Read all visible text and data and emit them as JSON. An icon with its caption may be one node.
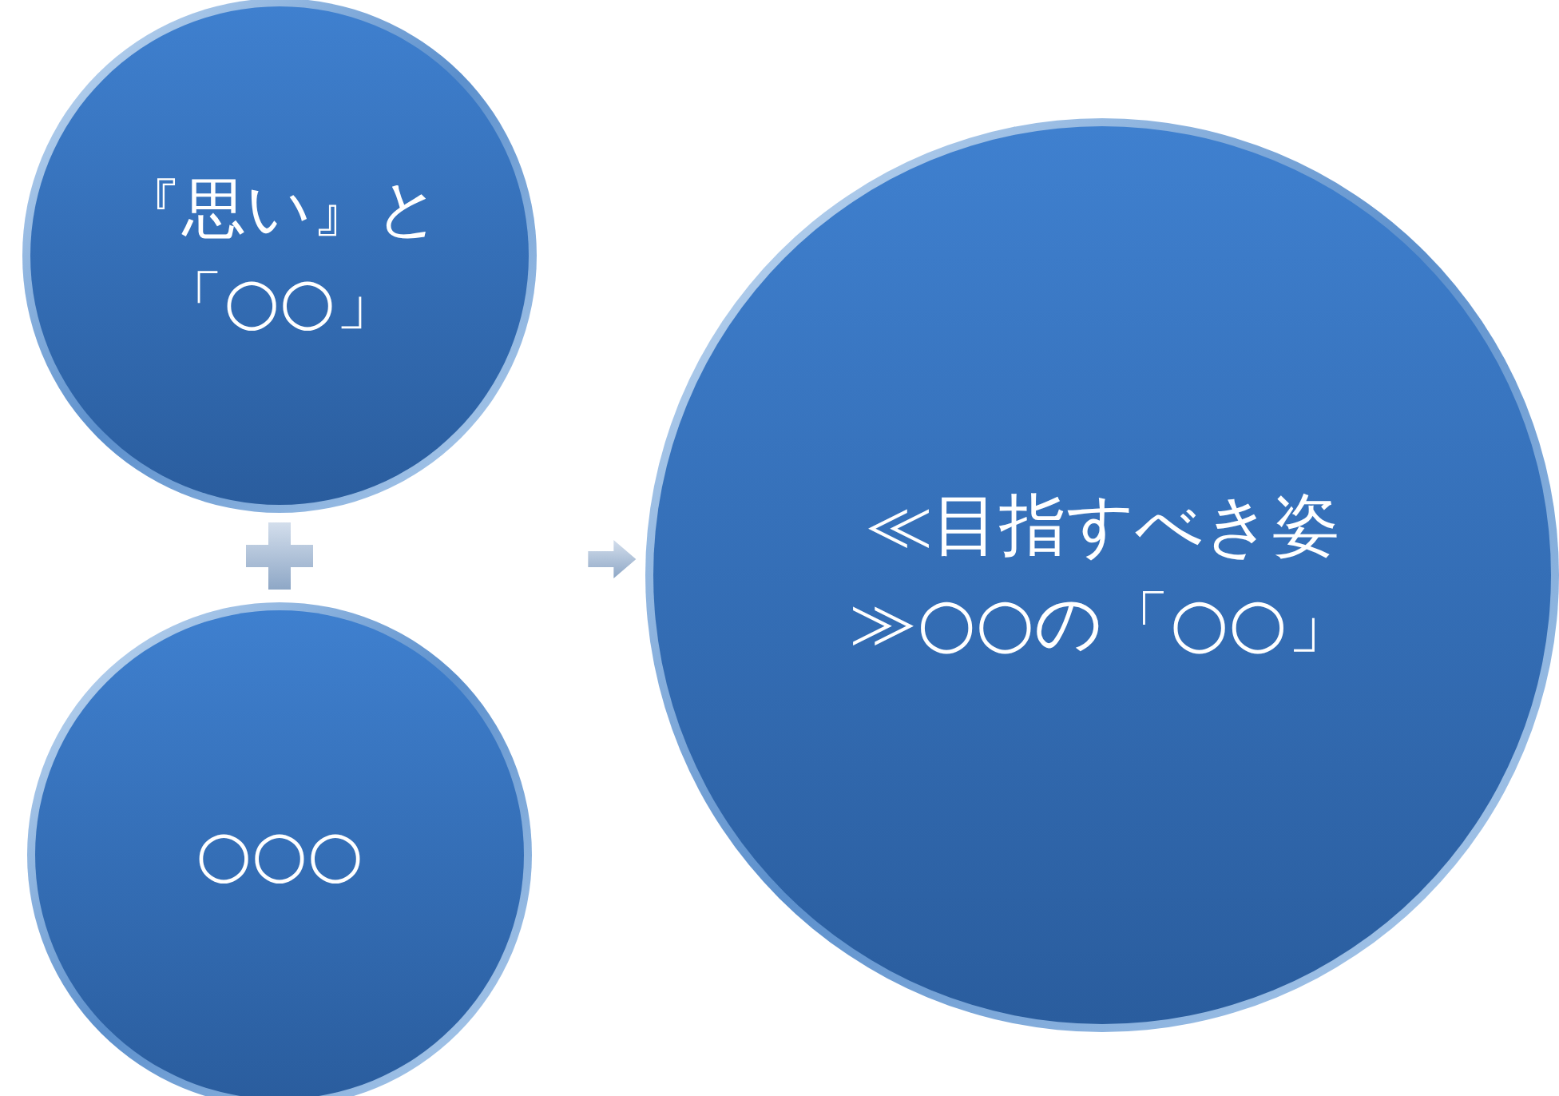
{
  "diagram": {
    "nodes": [
      {
        "text": [
          "『思い』と「○○」"
        ]
      },
      {
        "text": [
          "○○○"
        ]
      },
      {
        "text": [
          "≪目指すべき姿≫○○の「○○」"
        ]
      }
    ],
    "edges": [
      {
        "from": null,
        "to": 2,
        "arrow": "to"
      }
    ]
  }
}
